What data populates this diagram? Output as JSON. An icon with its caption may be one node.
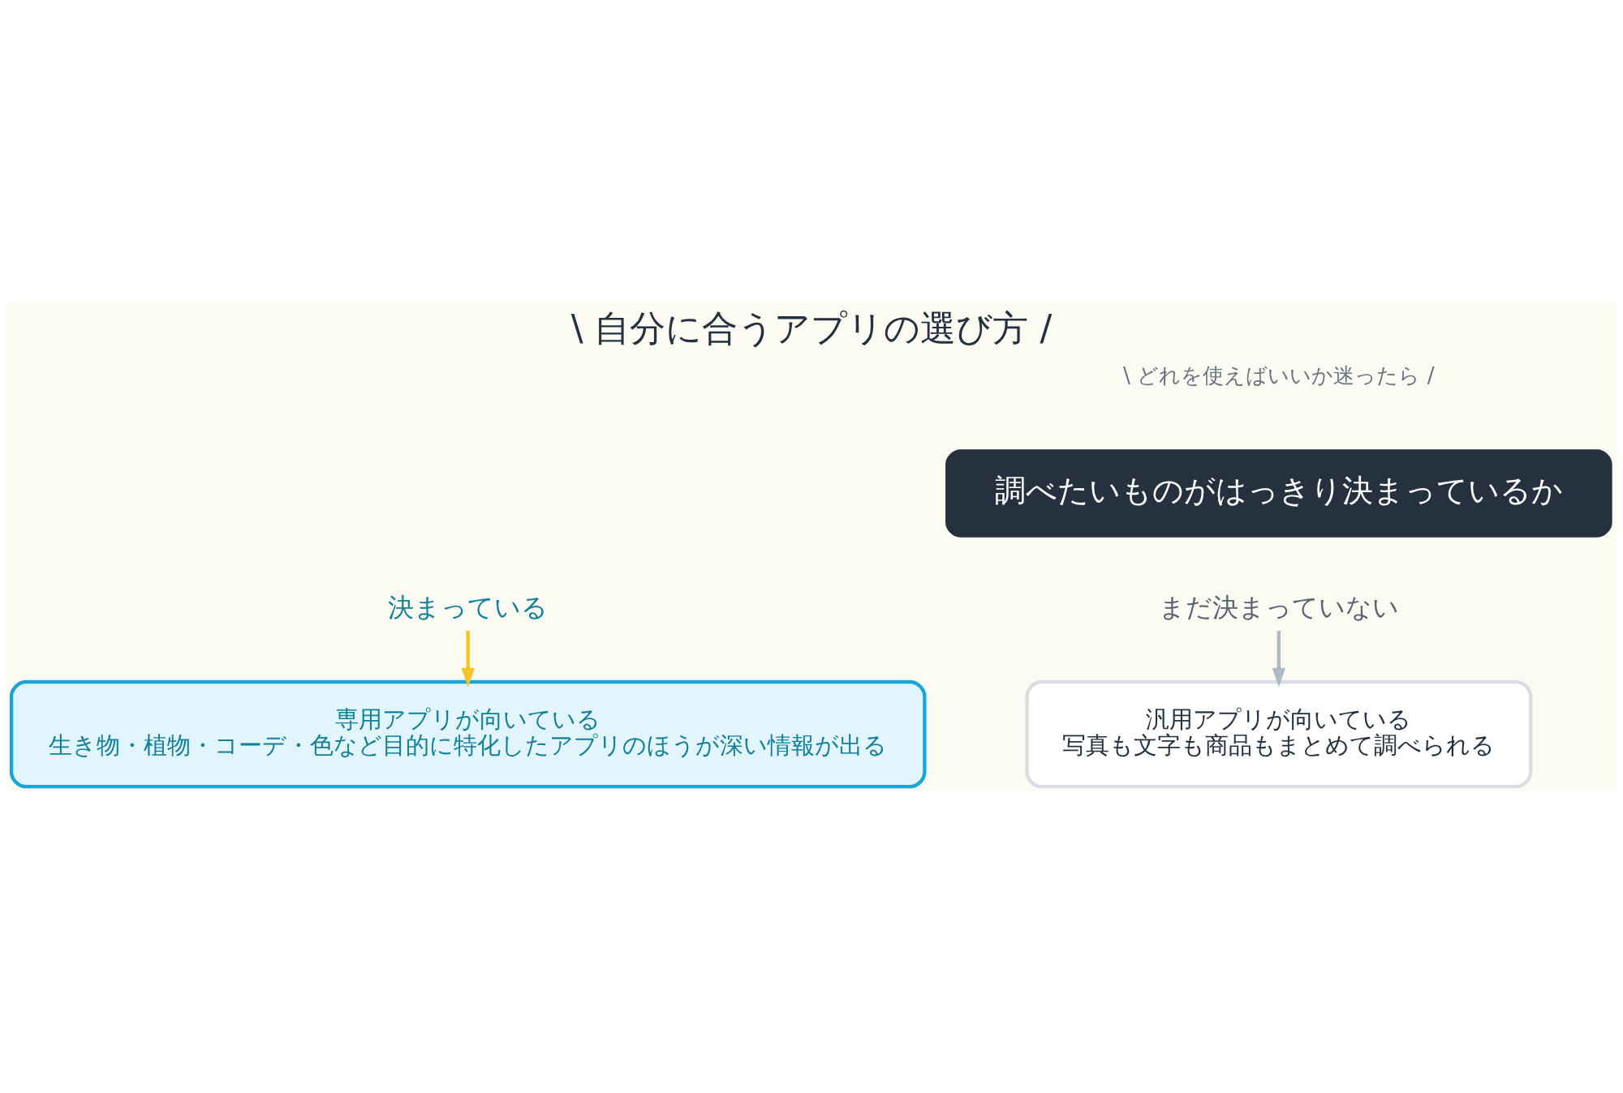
{
  "diagram": {
    "title": "\\ 自分に合うアプリの選び方 /",
    "nodes": [
      {
        "text": [
          "調べたいものがはっきり決まっているか"
        ]
      },
      {
        "text": [
          "決まっている"
        ]
      },
      {
        "text": [
          "まだ決まっていない"
        ]
      },
      {
        "text": [
          "専用アプリが向いている",
          "生き物・植物・コーデ・色など目的に特化したアプリのほうが深い情報が出る"
        ]
      },
      {
        "text": [
          "汎用アプリが向いている",
          "写真も文字も商品もまとめて調べられる"
        ]
      }
    ],
    "edges": [
      {
        "from": 1,
        "to": 3,
        "arrow": "to",
        "color": "#f7c51e"
      },
      {
        "from": 2,
        "to": 4,
        "arrow": "to",
        "color": "#b0b9c2"
      }
    ],
    "labels": [
      "\\ どれを使えばいいか迷ったら /"
    ]
  }
}
